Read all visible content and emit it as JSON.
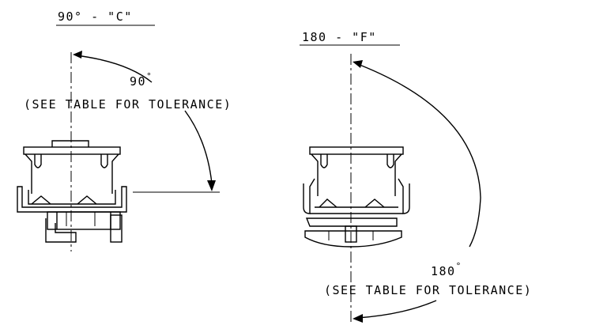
{
  "views": {
    "c": {
      "title": "90° - \"C\"",
      "angle": "90",
      "degree_mark": "°",
      "note": "(SEE TABLE FOR TOLERANCE)"
    },
    "f": {
      "title": "180 - \"F\"",
      "angle": "180",
      "degree_mark": "°",
      "note": "(SEE TABLE FOR TOLERANCE)"
    }
  }
}
